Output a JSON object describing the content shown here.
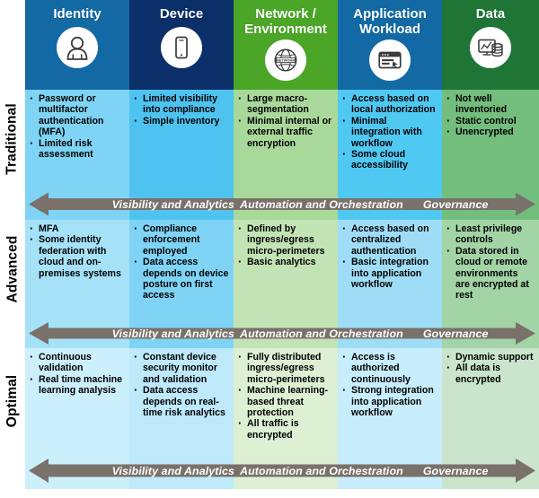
{
  "colors": {
    "identity_header": "#1269A3",
    "device_header": "#0B2F68",
    "network_header": "#4BA526",
    "application_header": "#1269A3",
    "data_header": "#1E7536",
    "traditional_identity": "#7FD4F5",
    "traditional_device": "#4FC3F0",
    "traditional_network": "#A9D99A",
    "traditional_application": "#4FC8F2",
    "traditional_data": "#73BE7D",
    "advanced_identity": "#A5E2F8",
    "advanced_device": "#7FD4F5",
    "advanced_network": "#C2E4B4",
    "advanced_application": "#9FDDF6",
    "advanced_data": "#A2D4A5",
    "optimal_identity": "#CCEFFC",
    "optimal_device": "#BDE9FB",
    "optimal_network": "#DDF0D4",
    "optimal_application": "#C8EDFC",
    "optimal_data": "#CAE5CB",
    "arrow_fill": "#7A716B",
    "arrow_text": "#FFFFFF",
    "body_text": "#000000"
  },
  "columns": [
    {
      "key": "identity",
      "title": "Identity",
      "icon": "user-icon",
      "header_color": "#1269A3"
    },
    {
      "key": "device",
      "title": "Device",
      "icon": "mobile-device-icon",
      "header_color": "#0B2F68"
    },
    {
      "key": "network",
      "title": "Network /\nEnvironment",
      "icon": "network-globe-icon",
      "header_color": "#4BA526"
    },
    {
      "key": "application",
      "title": "Application\nWorkload",
      "icon": "browser-window-icon",
      "header_color": "#1269A3"
    },
    {
      "key": "data",
      "title": "Data",
      "icon": "data-analytics-icon",
      "header_color": "#1E7536"
    }
  ],
  "column_titles": {
    "identity": "Identity",
    "device": "Device",
    "network_line1": "Network /",
    "network_line2": "Environment",
    "application_line1": "Application",
    "application_line2": "Workload",
    "data": "Data"
  },
  "stages": [
    {
      "key": "traditional",
      "label": "Traditional"
    },
    {
      "key": "advanced",
      "label": "Advanced"
    },
    {
      "key": "optimal",
      "label": "Optimal"
    }
  ],
  "matrix": {
    "traditional": {
      "identity": [
        "Password or multifactor authentication (MFA)",
        "Limited risk assessment"
      ],
      "device": [
        "Limited visibility into compliance",
        "Simple inventory"
      ],
      "network": [
        "Large macro-segmentation",
        "Minimal internal or external traffic encryption"
      ],
      "application": [
        "Access based on local authorization",
        "Minimal integration with workflow",
        "Some cloud accessibility"
      ],
      "data": [
        "Not well inventoried",
        "Static control",
        "Unencrypted"
      ]
    },
    "advanced": {
      "identity": [
        "MFA",
        "Some identity federation with cloud and on-premises systems"
      ],
      "device": [
        "Compliance enforcement employed",
        "Data access depends on device posture on first access"
      ],
      "network": [
        "Defined by ingress/egress micro-perimeters",
        "Basic analytics"
      ],
      "application": [
        "Access based on centralized authentication",
        "Basic integration into application workflow"
      ],
      "data": [
        "Least privilege controls",
        "Data stored in cloud or remote environments are encrypted at rest"
      ]
    },
    "optimal": {
      "identity": [
        "Continuous validation",
        "Real time machine learning analysis"
      ],
      "device": [
        "Constant device security monitor and validation",
        "Data access depends on real-time risk analytics"
      ],
      "network": [
        "Fully distributed ingress/egress micro-perimeters",
        "Machine learning-based threat protection",
        "All traffic is encrypted"
      ],
      "application": [
        "Access is authorized continuously",
        "Strong integration into application workflow"
      ],
      "data": [
        "Dynamic support",
        "All data is encrypted"
      ]
    }
  },
  "crosscut_arrow": {
    "segments": [
      "Visibility and Analytics",
      "Automation and Orchestration",
      "Governance"
    ],
    "occurrences": 3
  }
}
